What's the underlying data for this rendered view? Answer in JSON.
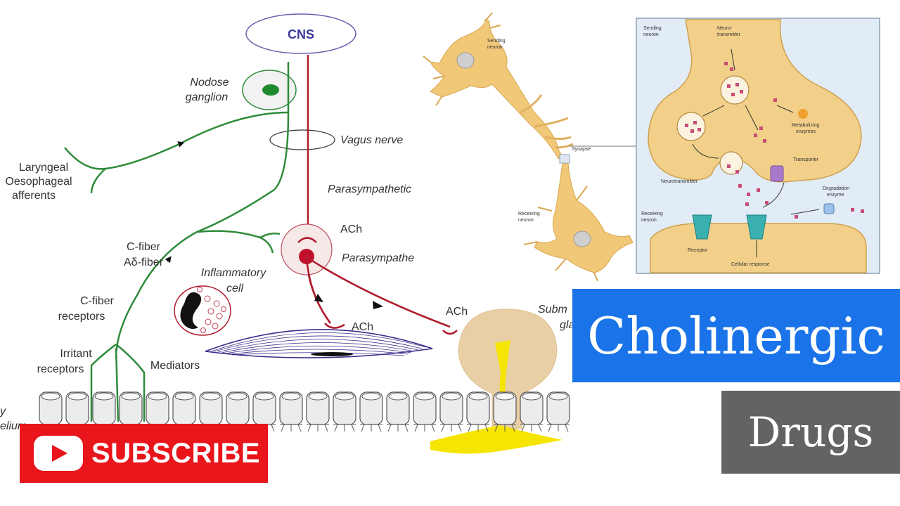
{
  "diagram": {
    "labels": {
      "cns": "CNS",
      "nodose": [
        "Nodose",
        "ganglion"
      ],
      "vagus": "Vagus nerve",
      "laryngeal": [
        "Laryngeal",
        "Oesophageal",
        "afferents"
      ],
      "parasympathetic": "Parasympathetic",
      "ach_top": "ACh",
      "parasympathe": "Parasympathe",
      "cfiber": [
        "C-fiber",
        "Aδ-fiber"
      ],
      "inflammatory": [
        "Inflammatory",
        "cell"
      ],
      "cfiber_receptors": [
        "C-fiber",
        "receptors"
      ],
      "irritant_receptors": [
        "Irritant",
        "receptors"
      ],
      "mediators": "Mediators",
      "ach_muscle": "ACh",
      "ach_gland": "ACh",
      "submucosal": [
        "Subm",
        "gla"
      ],
      "epithelium": [
        "y",
        "elium"
      ]
    },
    "synapse_labels": {
      "sending_neuron": [
        "Sending",
        "neuron"
      ],
      "synapse": "Synapse",
      "receiving_neuron": [
        "Receiving",
        "neuron"
      ],
      "inset_sending": [
        "Sending",
        "neuron"
      ],
      "neurotransmitter_top": [
        "Neuro-",
        "transmitter"
      ],
      "metabolizing": [
        "Metabolizing",
        "enzymes"
      ],
      "transporter": "Transporter",
      "neurotransmitter": "Neurotransmitter",
      "degradation": [
        "Degradation",
        "enzyme"
      ],
      "inset_receiving": [
        "Receiving",
        "neuron"
      ],
      "receptor": "Receptor",
      "cellular_response": "Cellular response"
    },
    "colors": {
      "afferent": "#2e8b3a",
      "efferent": "#b01c2e",
      "cns_outline": "#6a5fb0",
      "muscle": "#3a2d8c",
      "gland": "#e9cfa6",
      "mucus": "#f5e500",
      "neuron": "#f0c878"
    }
  },
  "banner": {
    "title": "Cholinergic",
    "subtitle": "Drugs",
    "title_bg": "#1a73e8",
    "subtitle_bg": "#636363"
  },
  "subscribe": {
    "label": "SUBSCRIBE",
    "icon": "youtube-play-icon",
    "bg": "#e8151b"
  }
}
